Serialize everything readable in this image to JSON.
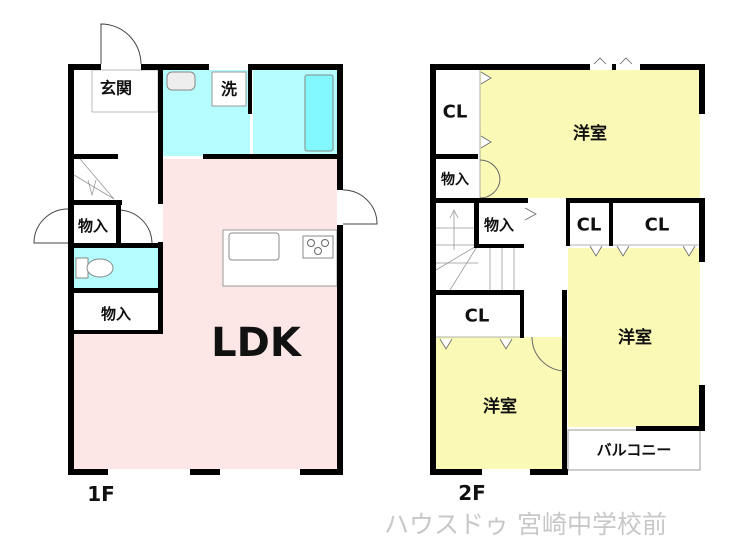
{
  "floor1": {
    "label": "1F",
    "rooms": {
      "entrance": "玄関",
      "washroom": "洗",
      "storage_upper": "物入",
      "storage_lower": "物入",
      "ldk": "LDK"
    }
  },
  "floor2": {
    "label": "2F",
    "rooms": {
      "closet_top": "CL",
      "western_room_top": "洋室",
      "storage_left": "物入",
      "storage_stair": "物入",
      "closet_mid1": "CL",
      "closet_mid2": "CL",
      "western_room_right": "洋室",
      "closet_left": "CL",
      "western_room_bottom": "洋室",
      "balcony": "バルコニー"
    }
  },
  "watermark": "ハウスドゥ 宮崎中学校前",
  "colors": {
    "wet_area": "#b4fcfd",
    "bathtub": "#80f8fc",
    "ldk": "#fde6e6",
    "western_room": "#fafab6",
    "wall": "#000000"
  }
}
